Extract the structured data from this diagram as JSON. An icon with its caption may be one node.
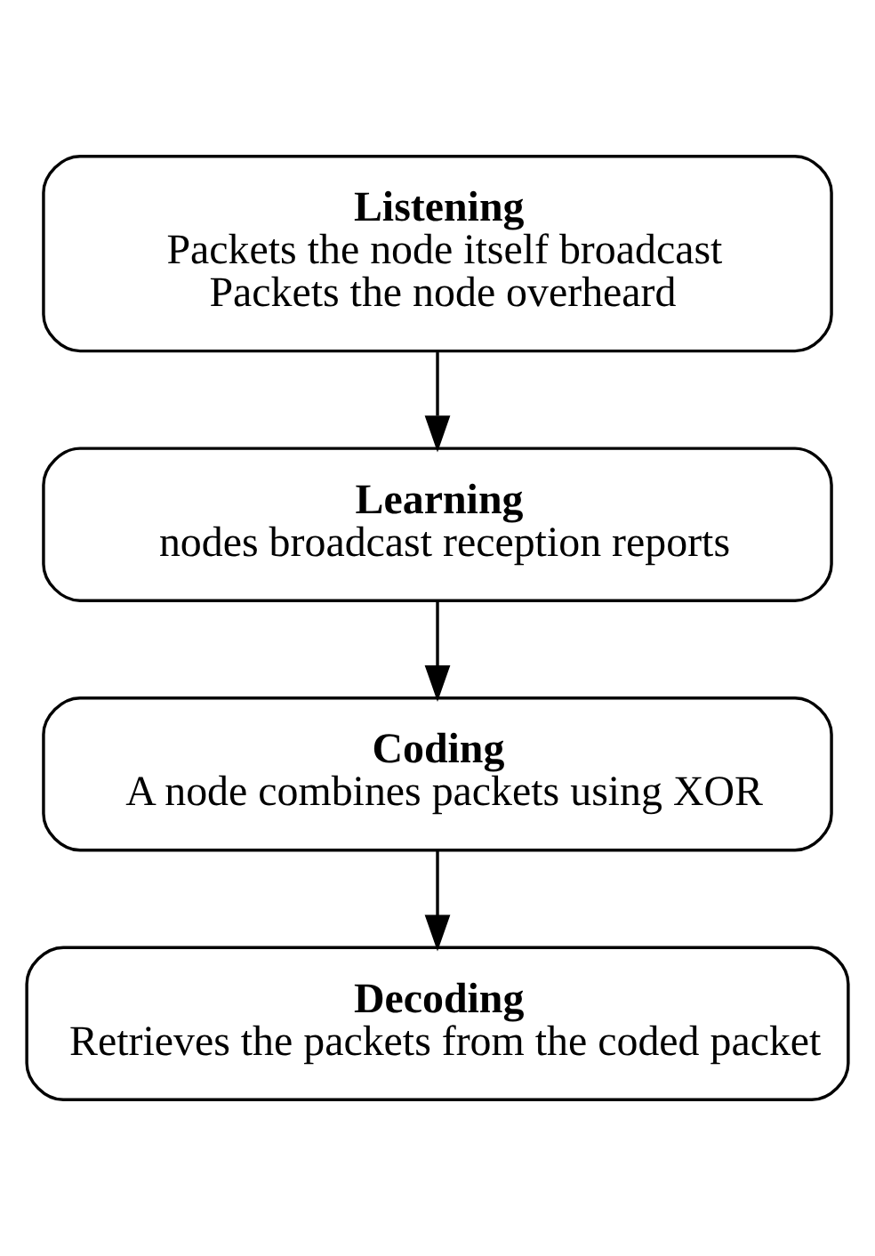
{
  "diagram": {
    "nodes": [
      {
        "text": [
          "Listening",
          "Packets the node itself broadcast",
          "Packets the node overheard"
        ]
      },
      {
        "text": [
          "Learning",
          "nodes broadcast reception reports"
        ]
      },
      {
        "text": [
          "Coding",
          "A node combines packets using XOR"
        ]
      },
      {
        "text": [
          "Decoding",
          "Retrieves the packets from the coded packet"
        ]
      }
    ],
    "edges": [
      {
        "from": 0,
        "to": 1,
        "arrow": "to"
      },
      {
        "from": 1,
        "to": 2,
        "arrow": "to"
      },
      {
        "from": 2,
        "to": 3,
        "arrow": "to"
      }
    ]
  }
}
